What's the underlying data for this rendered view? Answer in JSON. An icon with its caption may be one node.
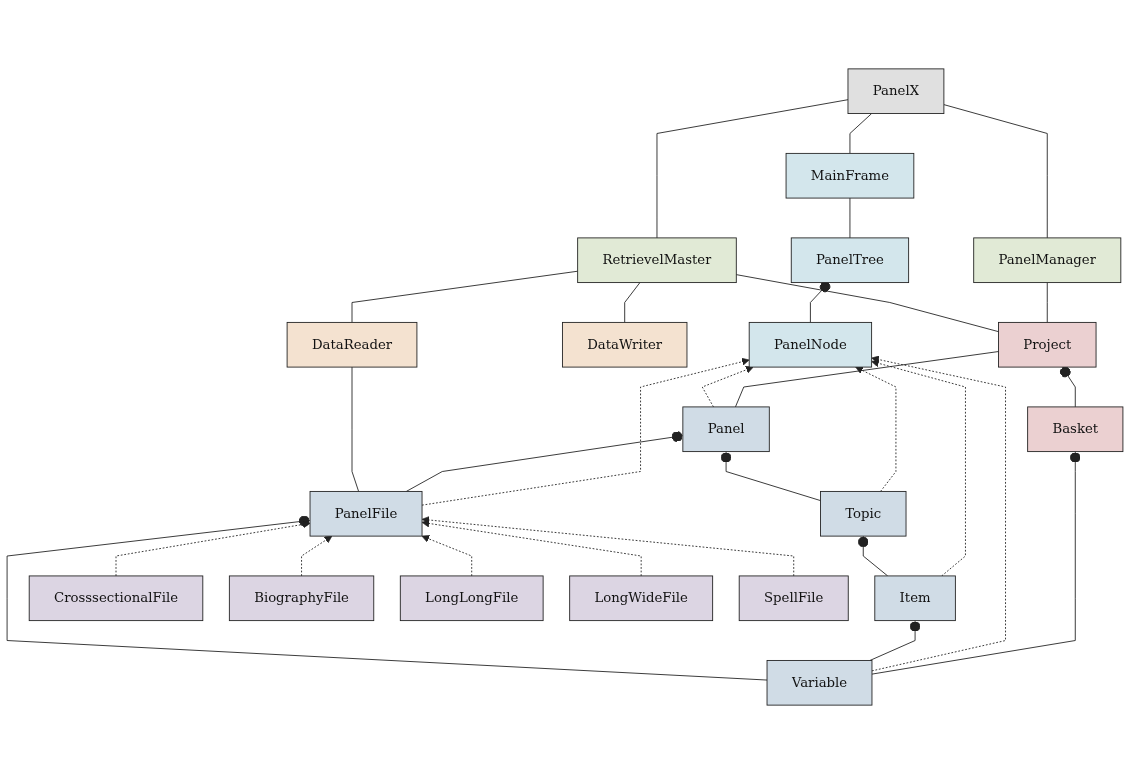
{
  "diagram": {
    "nodes": [
      {
        "text": [
          "PanelX"
        ]
      },
      {
        "text": [
          "MainFrame"
        ]
      },
      {
        "text": [
          "PanelManager"
        ]
      },
      {
        "text": [
          "RetrievelMaster"
        ]
      },
      {
        "text": [
          "PanelTree"
        ]
      },
      {
        "text": [
          "Project"
        ]
      },
      {
        "text": [
          "DataWriter"
        ]
      },
      {
        "text": [
          "PanelNode"
        ]
      },
      {
        "text": [
          "Basket"
        ]
      },
      {
        "text": [
          "DataReader"
        ]
      },
      {
        "text": [
          "Panel"
        ]
      },
      {
        "text": [
          "Topic"
        ]
      },
      {
        "text": [
          "Item"
        ]
      },
      {
        "text": [
          "Variable"
        ]
      },
      {
        "text": [
          "PanelFile"
        ]
      },
      {
        "text": [
          "CrosssectionalFile"
        ]
      },
      {
        "text": [
          "BiographyFile"
        ]
      },
      {
        "text": [
          "LongLongFile"
        ]
      },
      {
        "text": [
          "LongWideFile"
        ]
      },
      {
        "text": [
          "SpellFile"
        ]
      }
    ],
    "edges": [
      {
        "from": 1,
        "to": 0,
        "arrow": "none"
      },
      {
        "from": 2,
        "to": 0,
        "arrow": "none"
      },
      {
        "from": 3,
        "to": 0,
        "arrow": "none"
      },
      {
        "from": 4,
        "to": 1,
        "arrow": "none"
      },
      {
        "from": 5,
        "to": 2,
        "arrow": "none"
      },
      {
        "from": 5,
        "to": 3,
        "arrow": "none"
      },
      {
        "from": 6,
        "to": 3,
        "arrow": "none"
      },
      {
        "from": 9,
        "to": 3,
        "arrow": "none"
      },
      {
        "from": 7,
        "to": 4,
        "arrow": "other"
      },
      {
        "from": 8,
        "to": 5,
        "arrow": "other"
      },
      {
        "from": 10,
        "to": 5,
        "arrow": "none"
      },
      {
        "from": 13,
        "to": 8,
        "arrow": "other"
      },
      {
        "from": 10,
        "to": 7,
        "arrow": "to",
        "style": "dashed"
      },
      {
        "from": 11,
        "to": 7,
        "arrow": "to",
        "style": "dashed"
      },
      {
        "from": 12,
        "to": 7,
        "arrow": "to",
        "style": "dashed"
      },
      {
        "from": 13,
        "to": 7,
        "arrow": "to",
        "style": "dashed"
      },
      {
        "from": 14,
        "to": 7,
        "arrow": "to",
        "style": "dashed"
      },
      {
        "from": 11,
        "to": 10,
        "arrow": "other"
      },
      {
        "from": 12,
        "to": 11,
        "arrow": "other"
      },
      {
        "from": 13,
        "to": 12,
        "arrow": "other"
      },
      {
        "from": 13,
        "to": 14,
        "arrow": "other"
      },
      {
        "from": 14,
        "to": 10,
        "arrow": "other"
      },
      {
        "from": 14,
        "to": 9,
        "arrow": "none"
      },
      {
        "from": 15,
        "to": 14,
        "arrow": "to",
        "style": "dashed"
      },
      {
        "from": 16,
        "to": 14,
        "arrow": "to",
        "style": "dashed"
      },
      {
        "from": 17,
        "to": 14,
        "arrow": "to",
        "style": "dashed"
      },
      {
        "from": 18,
        "to": 14,
        "arrow": "to",
        "style": "dashed"
      },
      {
        "from": 19,
        "to": 14,
        "arrow": "to",
        "style": "dashed"
      }
    ]
  }
}
